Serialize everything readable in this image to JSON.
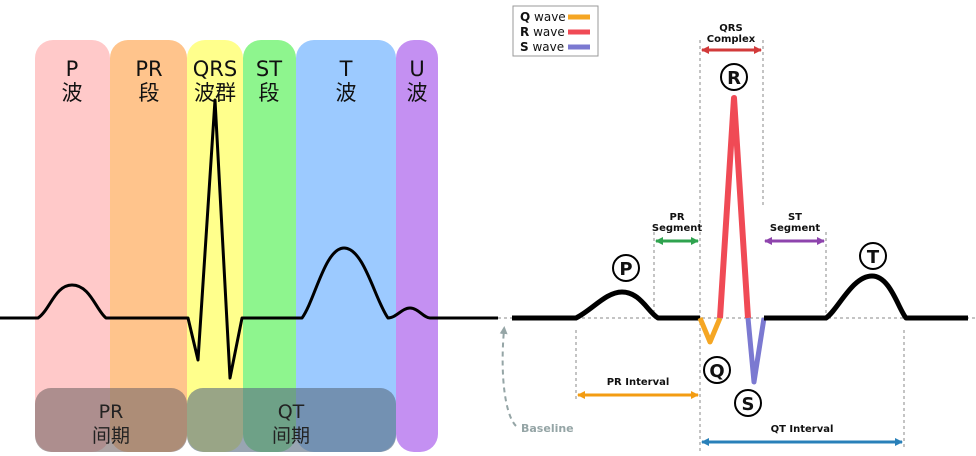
{
  "left_panel": {
    "bands": [
      {
        "line1": "P",
        "line2": "波",
        "color": "#ffb3b3"
      },
      {
        "line1": "PR",
        "line2": "段",
        "color": "#ffb97a"
      },
      {
        "line1": "QRS",
        "line2": "波群",
        "color": "#ffff80"
      },
      {
        "line1": "ST",
        "line2": "段",
        "color": "#77ef77"
      },
      {
        "line1": "T",
        "line2": "波",
        "color": "#80bfff"
      },
      {
        "line1": "U",
        "line2": "波",
        "color": "#bf80f0"
      }
    ],
    "intervals": [
      {
        "line1": "PR",
        "line2": "间期",
        "color": "#8a6b6b"
      },
      {
        "line1": "QT",
        "line2": "间期",
        "color": "#5f7a90"
      }
    ]
  },
  "right_panel": {
    "legend": [
      {
        "letter": "Q",
        "word": "wave",
        "color": "#f5a623"
      },
      {
        "letter": "R",
        "word": "wave",
        "color": "#f04a55"
      },
      {
        "letter": "S",
        "word": "wave",
        "color": "#7b79d1"
      }
    ],
    "waves": {
      "P": "P",
      "Q": "Q",
      "R": "R",
      "S": "S",
      "T": "T"
    },
    "qrs_complex": {
      "line1": "QRS",
      "line2": "Complex",
      "color": "#d23a3a"
    },
    "pr_segment": {
      "line1": "PR",
      "line2": "Segment",
      "color": "#2fa34f"
    },
    "st_segment": {
      "line1": "ST",
      "line2": "Segment",
      "color": "#8e44ad"
    },
    "pr_interval": {
      "label": "PR Interval",
      "color": "#f39c12"
    },
    "qt_interval": {
      "label": "QT Interval",
      "color": "#2980b9"
    },
    "baseline": {
      "label": "Baseline",
      "color": "#95a5a6"
    }
  }
}
